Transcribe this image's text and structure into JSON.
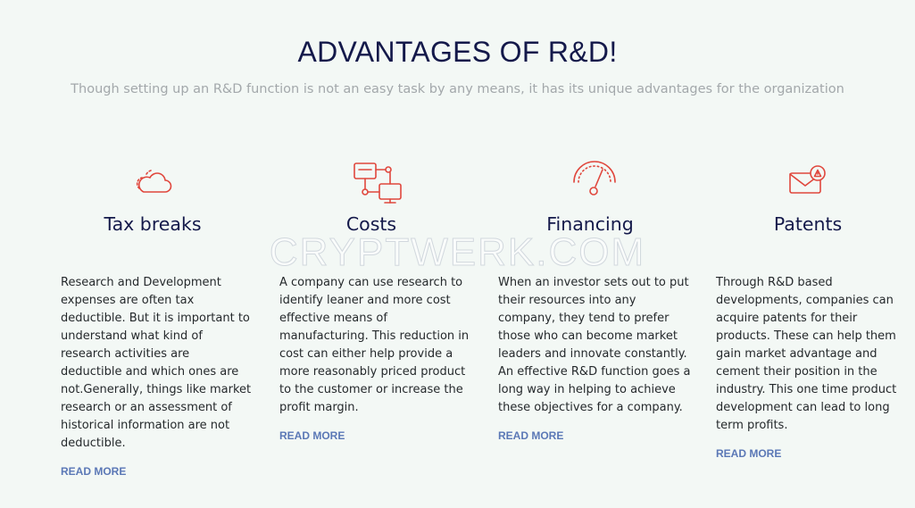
{
  "header": {
    "title": "ADVANTAGES OF R&D!",
    "subtitle": "Though setting up an R&D function is not an easy task by any means, it has its unique advantages for the organization"
  },
  "watermark": "CRYPTWERK.COM",
  "colors": {
    "accent": "#e0473d",
    "heading": "#14194a",
    "link": "#5b78b6",
    "background": "#f3f8f5"
  },
  "cards": [
    {
      "icon": "cloud-icon",
      "title": "Tax breaks",
      "description": "Research and Development expenses are often tax deductible. But it is important to understand what kind of research activities are deductible and which ones are not.Generally, things like market research or an assessment of historical information are not deductible.",
      "link": "READ MORE"
    },
    {
      "icon": "network-icon",
      "title": "Costs",
      "description": "A company can use research to identify leaner and more cost effective means of manufacturing. This reduction in cost can either help provide a more reasonably priced product to the customer or increase the profit margin.",
      "link": "READ MORE"
    },
    {
      "icon": "gauge-icon",
      "title": "Financing",
      "description": "When an investor sets out to put their resources into any company, they tend to prefer those who can become market leaders and innovate constantly. An effective R&D function goes a long way in helping to achieve these objectives for a company.",
      "link": "READ MORE"
    },
    {
      "icon": "mail-alert-icon",
      "title": "Patents",
      "description": "Through R&D based developments, companies can acquire patents for their products. These can help them gain market advantage and cement their position in the industry. This one time product development can lead to long term profits.",
      "link": "READ MORE"
    }
  ]
}
